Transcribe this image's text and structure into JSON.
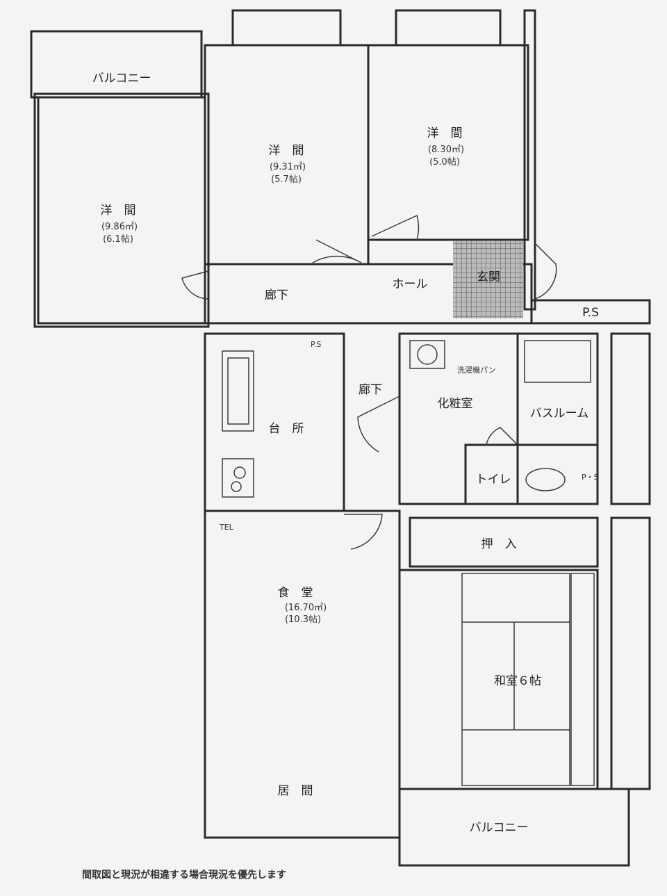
{
  "rooms": {
    "balcony_top": {
      "name": "バルコニー"
    },
    "bedroom_left": {
      "name": "洋　間",
      "area": "(9.86㎡)",
      "tatami": "(6.1帖)"
    },
    "bedroom_middle": {
      "name": "洋　間",
      "area": "(9.31㎡)",
      "tatami": "(5.7帖)"
    },
    "bedroom_right": {
      "name": "洋　間",
      "area": "(8.30㎡)",
      "tatami": "(5.0帖)"
    },
    "corridor_upper": {
      "name": "廊下"
    },
    "hall": {
      "name": "ホール"
    },
    "entrance": {
      "name": "玄関"
    },
    "ps_right": {
      "name": "P.S"
    },
    "ps_kitchen": {
      "name": "P.S"
    },
    "corridor_lower": {
      "name": "廊下"
    },
    "kitchen": {
      "name": "台　所"
    },
    "washroom": {
      "name": "化粧室"
    },
    "washer_pan": {
      "name": "洗濯機パン"
    },
    "bathroom": {
      "name": "バスルーム"
    },
    "toilet": {
      "name": "トイレ"
    },
    "ps_toilet": {
      "name": "P・S"
    },
    "tel": {
      "name": "TEL"
    },
    "closet": {
      "name": "押　入"
    },
    "dining": {
      "name": "食　堂",
      "area": "(16.70㎡)",
      "tatami": "(10.3帖)"
    },
    "japanese_room": {
      "name": "和室６帖"
    },
    "living": {
      "name": "居　間"
    },
    "balcony_bottom": {
      "name": "バルコニー"
    }
  },
  "caption": "間取図と現況が相違する場合現況を優先します"
}
